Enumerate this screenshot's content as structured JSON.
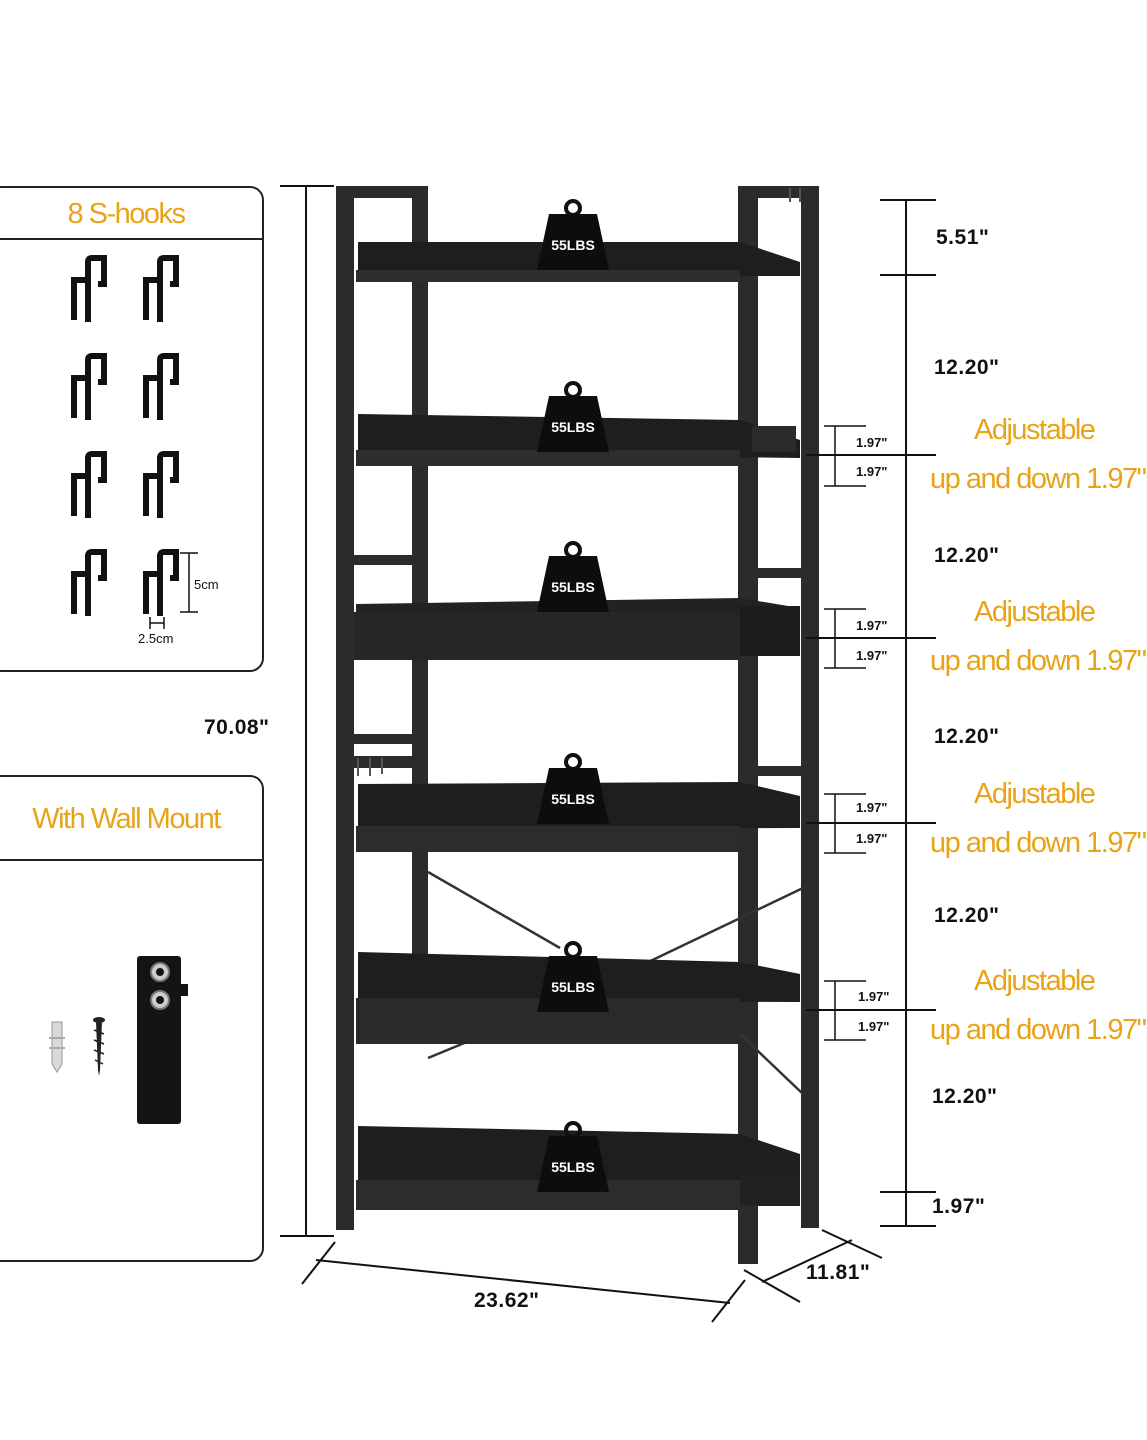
{
  "hooks_panel": {
    "title": "8 S-hooks",
    "height_label": "5cm",
    "width_label": "2.5cm"
  },
  "wall_panel": {
    "title": "With Wall Mount"
  },
  "dimensions": {
    "height": "70.08\"",
    "width": "23.62\"",
    "depth": "11.81\"",
    "top_gap": "5.51\"",
    "shelf_gaps": [
      "12.20\"",
      "12.20\"",
      "12.20\"",
      "12.20\"",
      "12.20\""
    ],
    "bottom_gap": "1.97\"",
    "adjust_small": "1.97\""
  },
  "adjustable": {
    "line1": "Adjustable",
    "line2": "up and down 1.97\""
  },
  "weight_label": "55LBS",
  "colors": {
    "accent": "#e8a317",
    "frame": "#2b2b2b",
    "shelf": "#1f1f1f"
  }
}
